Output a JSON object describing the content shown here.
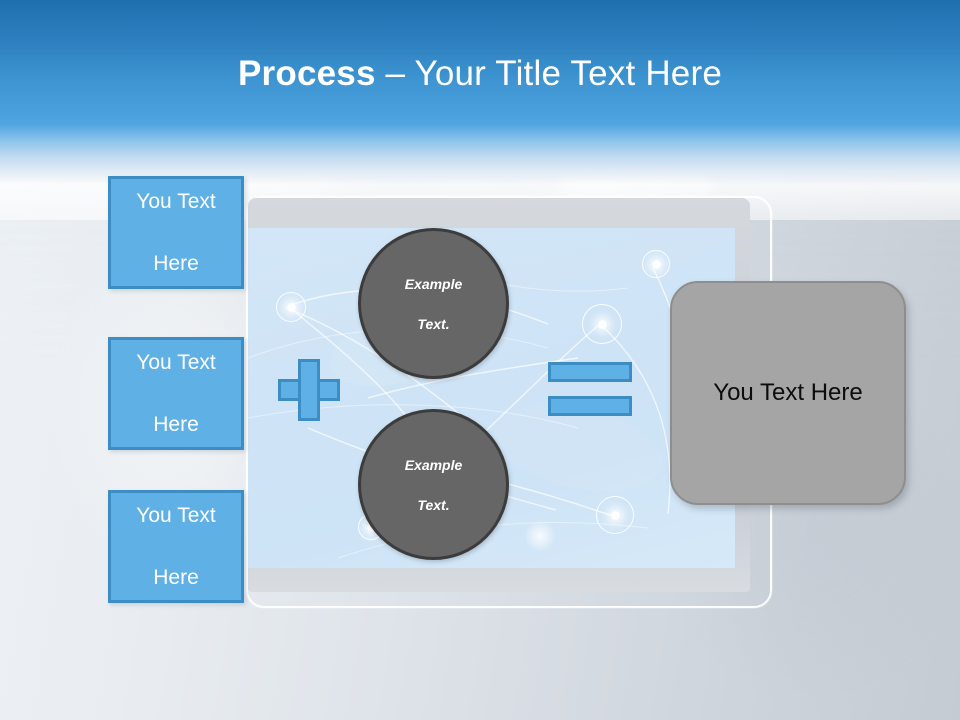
{
  "slide": {
    "title_bold": "Process",
    "title_rest": " – Your Title Text Here",
    "title_dash": "–"
  },
  "left_boxes": [
    {
      "line1": "You Text",
      "line2": "Here"
    },
    {
      "line1": "You Text",
      "line2": "Here"
    },
    {
      "line1": "You Text",
      "line2": "Here"
    }
  ],
  "circles": [
    {
      "line1": "Example",
      "line2": "Text."
    },
    {
      "line1": "Example",
      "line2": "Text."
    }
  ],
  "operators": {
    "plus": "+",
    "equals": "="
  },
  "result_box": {
    "label": "You Text Here"
  },
  "colors": {
    "header_top": "#1e6fae",
    "header_bottom": "#56a8e2",
    "box_fill": "#5fb0e5",
    "box_border": "#3c8dc4",
    "circle_fill": "#666667",
    "circle_border": "#3c3c3d",
    "result_fill": "#a5a5a5",
    "result_border": "#8e8e8e",
    "title_text": "#ffffff",
    "screen_fill": "#cfe4f6"
  }
}
